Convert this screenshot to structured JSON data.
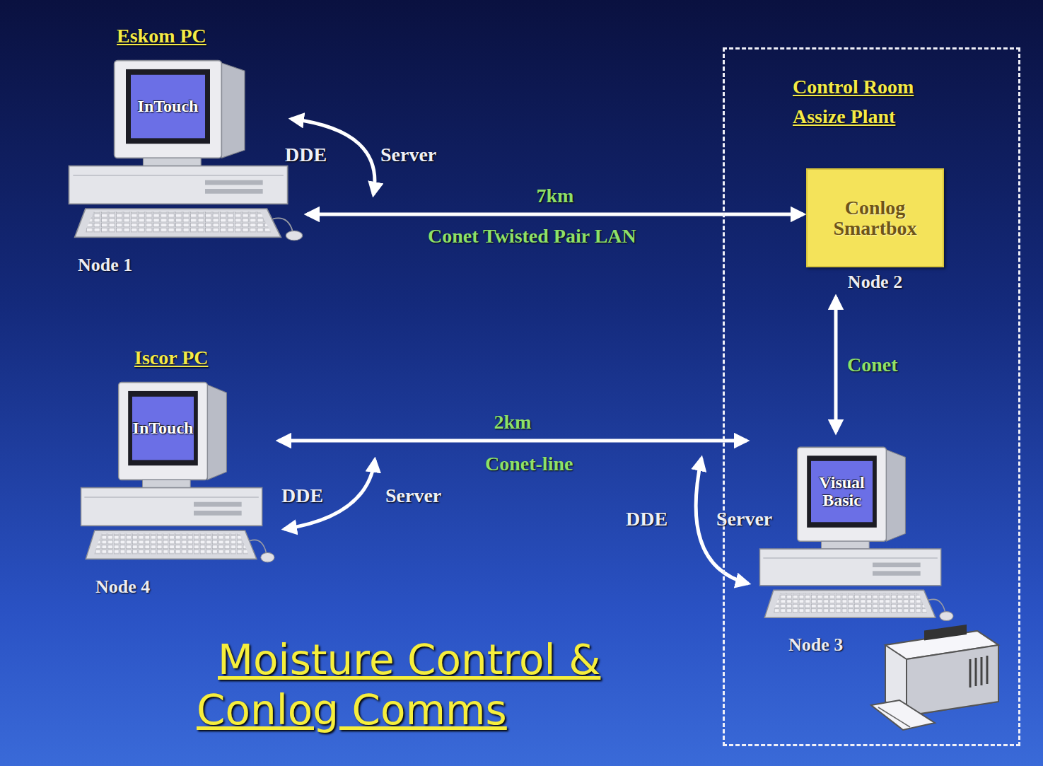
{
  "diagram": {
    "title": "Moisture Control & Conlog Comms",
    "nodes": [
      {
        "text": [
          "Eskom PC",
          "InTouch",
          "Node 1"
        ]
      },
      {
        "text": [
          "Control Room Assize Plant"
        ]
      },
      {
        "text": [
          "Conlog Smartbox",
          "Node 2"
        ],
        "in": 1
      },
      {
        "text": [
          "Iscor PC",
          "InTouch",
          "Node 4"
        ]
      },
      {
        "text": [
          "Visual Basic",
          "Node 3"
        ],
        "in": 1
      }
    ],
    "edges": [
      {
        "from": 0,
        "to": 2,
        "arrow": "both",
        "label": "7km"
      },
      {
        "from": 2,
        "to": 4,
        "arrow": "both",
        "label": "Conet"
      },
      {
        "from": 3,
        "to": 4,
        "arrow": "both",
        "label": "2km"
      }
    ],
    "labels": [
      "Conet Twisted Pair LAN",
      "Conet-line",
      "DDE",
      "Server",
      "DDE",
      "Server",
      "DDE",
      "Server"
    ]
  }
}
